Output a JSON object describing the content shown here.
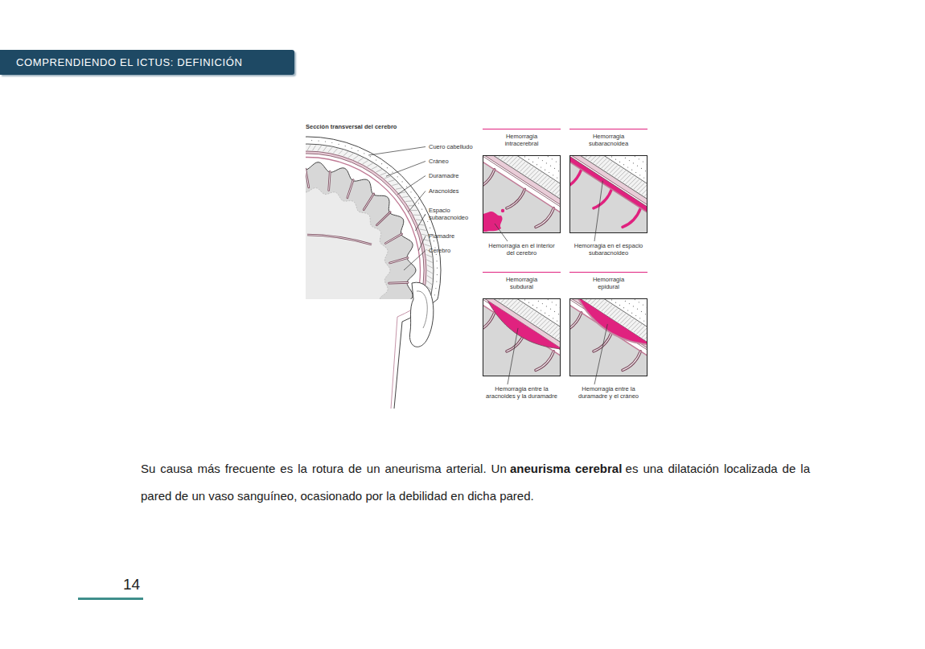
{
  "diagram": {
    "title": "Sección transversal del cerebro",
    "nodes": [
      {
        "text": [
          "COMPRENDIENDO EL ICTUS: DEFINICIÓN"
        ]
      },
      {
        "text": [
          "Hemorragia intracerebral",
          "Hemorragia en el interior del cerebro"
        ]
      },
      {
        "text": [
          "Hemorragia subaracnoidea",
          "Hemorragia en el espacio subaracnoideo"
        ]
      },
      {
        "text": [
          "Hemorragia subdural",
          "Hemorragia entre la aracnoides y la duramadre"
        ]
      },
      {
        "text": [
          "Hemorragia epidural",
          "Hemorragia entre la duramadre y el cráneo"
        ]
      }
    ],
    "labels": [
      "Cuero cabelludo",
      "Cráneo",
      "Duramadre",
      "Aracnoides",
      "Espacio subaracnoideo",
      "Piamadre",
      "Cerebro",
      "Su causa más frecuente es la rotura de un aneurisma arterial. Un",
      "aneurisma cerebral",
      "es una dilatación localizada de la pared de un vaso sanguíneo, ocasionado por la debilidad en dicha pared.",
      "14"
    ]
  }
}
